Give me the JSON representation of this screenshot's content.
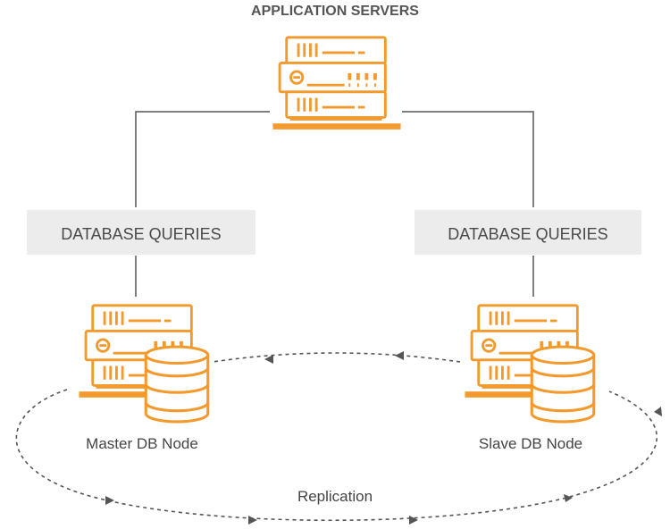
{
  "title": "APPLICATION SERVERS",
  "queries": {
    "left": "DATABASE QUERIES",
    "right": "DATABASE QUERIES"
  },
  "nodes": {
    "master": "Master DB Node",
    "slave": "Slave DB Node"
  },
  "replication": "Replication",
  "colors": {
    "accent": "#F39A2E",
    "line": "#555555",
    "box": "#ECECEC",
    "dashed": "#555555"
  }
}
